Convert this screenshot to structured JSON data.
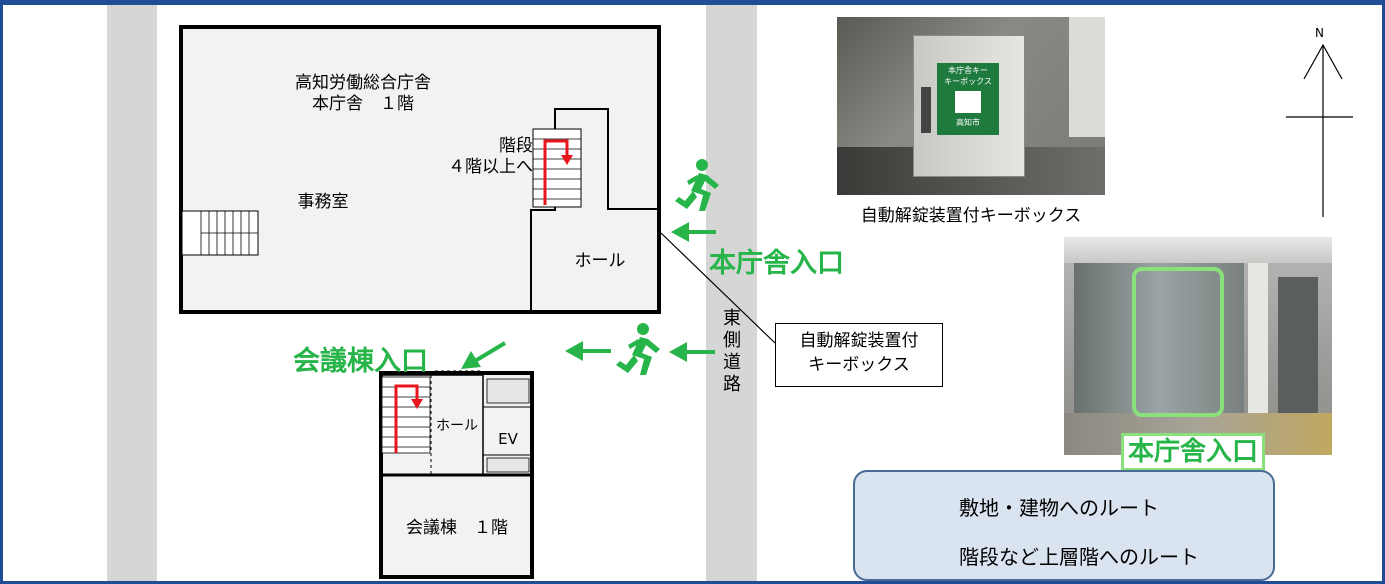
{
  "main_building": {
    "title_line1": "高知労働総合庁舎",
    "title_line2": "本庁舎　１階",
    "office": "事務室",
    "stairs_line1": "階段",
    "stairs_line2": "４階以上へ",
    "hall": "ホール"
  },
  "conference_building": {
    "hall": "ホール",
    "ev": "EV",
    "name": "会議棟　１階"
  },
  "road": {
    "chars": [
      "東",
      "側",
      "道",
      "路"
    ]
  },
  "entrances": {
    "main": "本庁舎入口",
    "conference": "会議棟入口"
  },
  "callout": {
    "line1": "自動解錠装置付",
    "line2": "キーボックス"
  },
  "photos": {
    "keybox_caption": "自動解錠装置付キーボックス",
    "keybox_sign_line1": "本庁舎キー",
    "keybox_sign_line2": "キーボックス",
    "keybox_sign_line3": "高知市",
    "entrance_caption": "本庁舎入口"
  },
  "compass": {
    "north": "N"
  },
  "legend": {
    "green_route": "敷地・建物へのルート",
    "red_route": "階段など上層階へのルート"
  },
  "colors": {
    "route_green": "#27b54a",
    "route_red": "#e8141e",
    "frame_blue": "#1f4e96",
    "legend_bg": "#dae3f0"
  }
}
